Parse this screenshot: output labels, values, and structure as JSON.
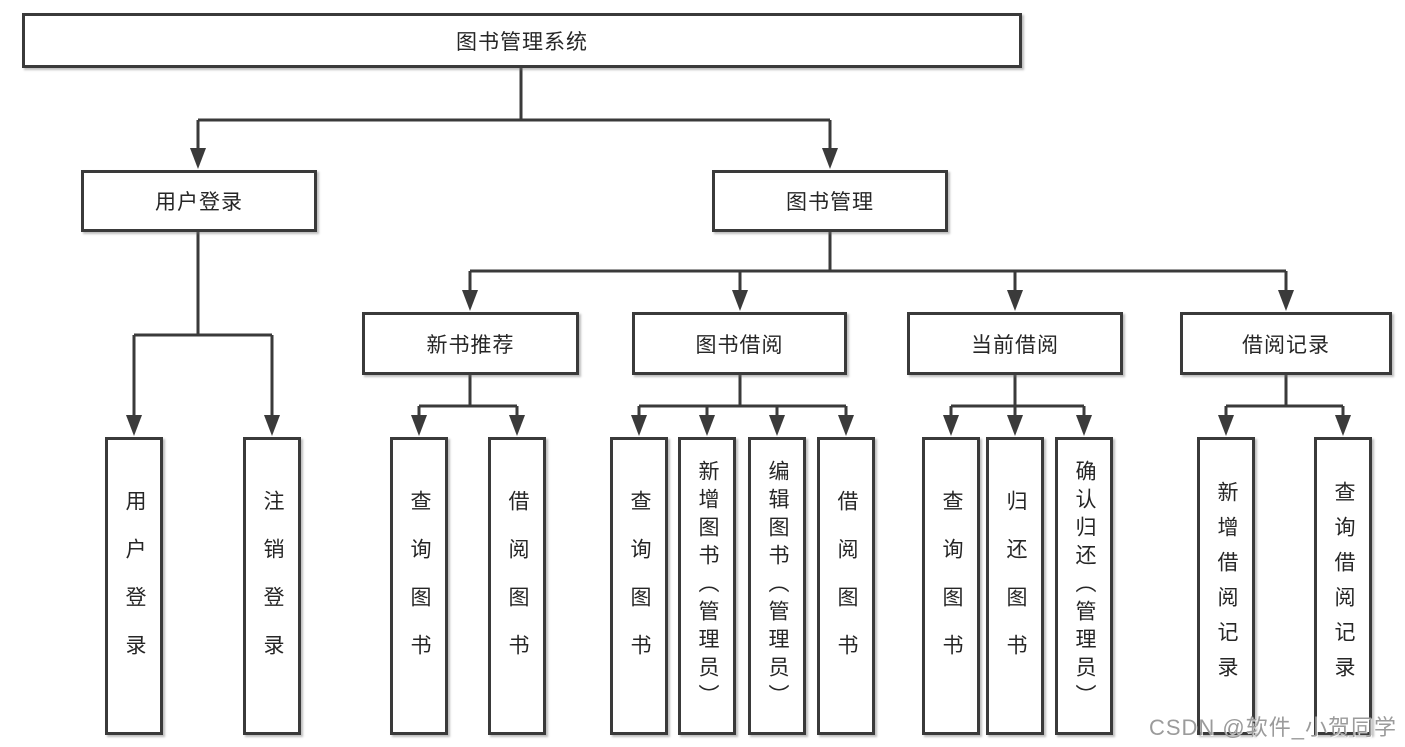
{
  "colors": {
    "line": "#3a3a3a",
    "border": "#3a3a3a",
    "text": "#262626",
    "watermark": "#9b9b9b",
    "background": "#ffffff"
  },
  "root": {
    "label": "图书管理系统"
  },
  "user_login": {
    "label": "用户登录",
    "children": {
      "login": "用户登录",
      "logout": "注销登录"
    }
  },
  "book_management": {
    "label": "图书管理",
    "sections": {
      "new_book": {
        "label": "新书推荐",
        "children": {
          "query": "查询图书",
          "borrow": "借阅图书"
        }
      },
      "book_borrow": {
        "label": "图书借阅",
        "children": {
          "query": "查询图书",
          "add": "新增图书（管理员）",
          "edit": "编辑图书（管理员）",
          "borrow": "借阅图书"
        }
      },
      "current_borrow": {
        "label": "当前借阅",
        "children": {
          "query": "查询图书",
          "return": "归还图书",
          "confirm": "确认归还（管理员）"
        }
      },
      "borrow_record": {
        "label": "借阅记录",
        "children": {
          "add": "新增借阅记录",
          "query": "查询借阅记录"
        }
      }
    }
  },
  "watermark": "CSDN @软件_小贺同学"
}
